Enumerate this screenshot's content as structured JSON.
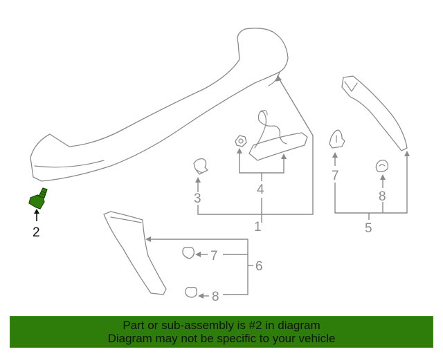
{
  "callouts": {
    "c1": "1",
    "c2": "2",
    "c3": "3",
    "c4": "4",
    "c5": "5",
    "c6": "6",
    "c7a": "7",
    "c7b": "7",
    "c8a": "8",
    "c8b": "8"
  },
  "banner": {
    "line1": "Part or sub-assembly is #2 in diagram",
    "line2": "Diagram may not be specific to your vehicle",
    "background_color": "#2e7d0a"
  },
  "colors": {
    "highlight_part": "#2e7d0a",
    "line_art": "#8a8a8a"
  }
}
